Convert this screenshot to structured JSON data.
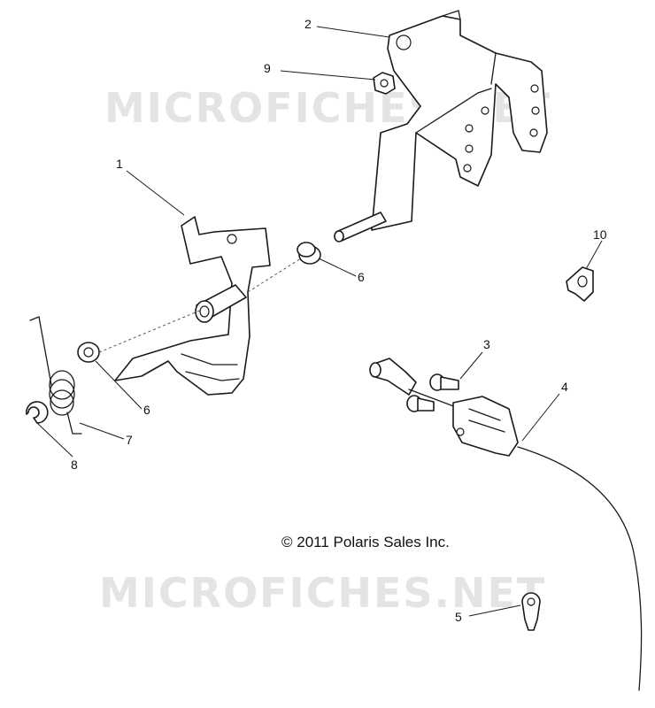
{
  "watermarks": [
    "MICROFICHES.NET",
    "MICROFICHES.NET"
  ],
  "copyright": "© 2011 Polaris Sales Inc.",
  "callouts": [
    "1",
    "2",
    "3",
    "4",
    "5",
    "6",
    "6",
    "7",
    "8",
    "9",
    "10"
  ]
}
